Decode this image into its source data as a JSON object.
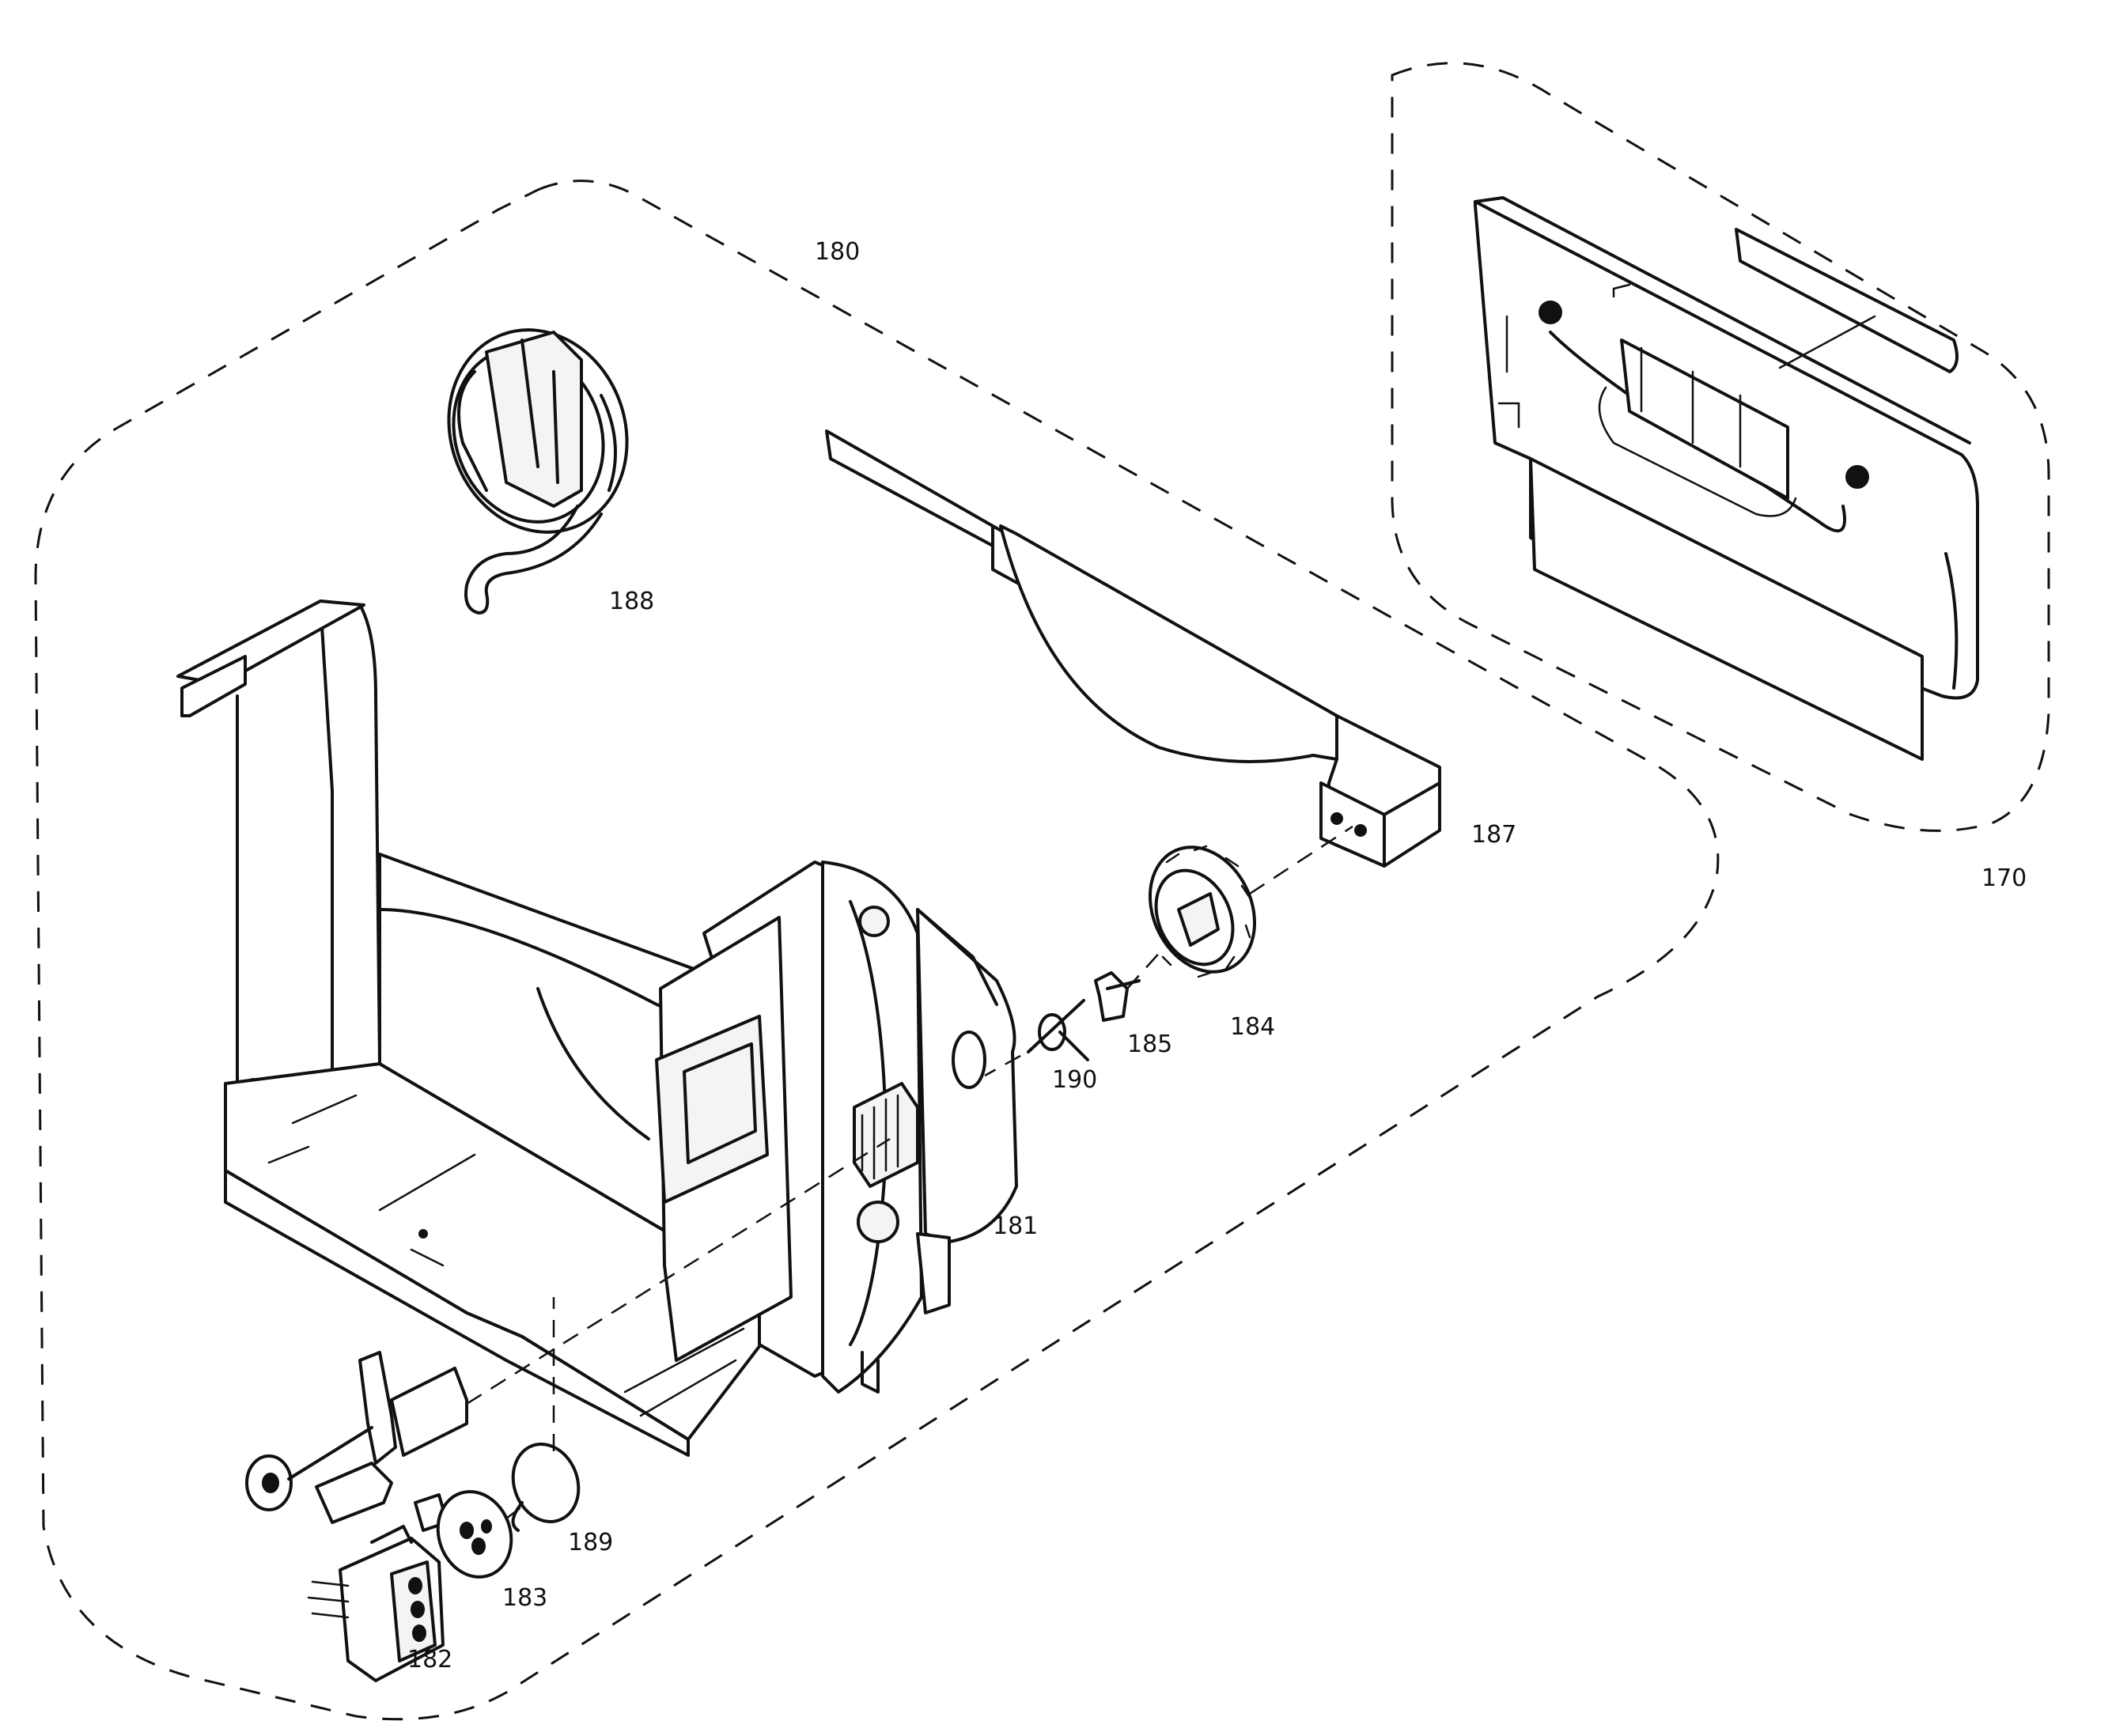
{
  "callouts": {
    "c170": "170",
    "c180": "180",
    "c181": "181",
    "c182": "182",
    "c183": "183",
    "c184": "184",
    "c185": "185",
    "c187": "187",
    "c188": "188",
    "c189": "189",
    "c190": "190"
  }
}
